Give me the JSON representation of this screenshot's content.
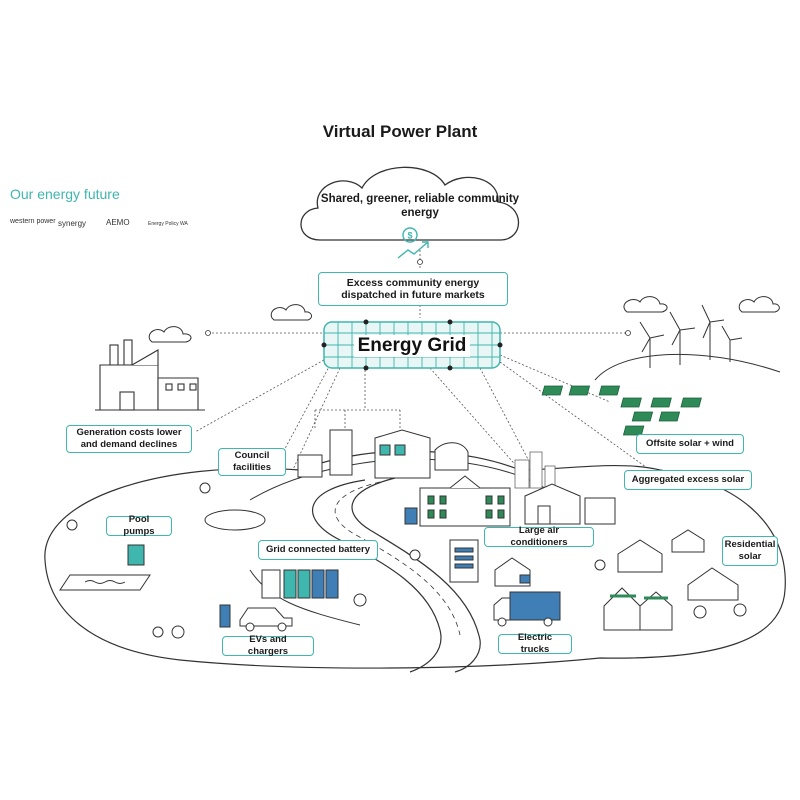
{
  "title": "Virtual Power Plant",
  "brand": {
    "tagline": "Our energy future",
    "logos": [
      {
        "name": "western-power-logo",
        "text": "western power"
      },
      {
        "name": "synergy-logo",
        "text": "synergy"
      },
      {
        "name": "aemo-logo",
        "text": "AEMO"
      },
      {
        "name": "energy-policy-wa-logo",
        "text": "Energy Policy WA"
      }
    ]
  },
  "cloud": {
    "text": "Shared, greener, reliable community energy",
    "icon": "dollar-trend-icon"
  },
  "grid": {
    "label": "Energy Grid"
  },
  "callouts": {
    "markets": "Excess community energy dispatched in future markets",
    "generation": "Generation costs lower and demand declines",
    "council": "Council facilities",
    "offsite": "Offsite solar + wind",
    "aggregated": "Aggregated excess solar",
    "pool": "Pool pumps",
    "battery": "Grid connected battery",
    "aircon": "Large air conditioners",
    "residential": "Residential solar",
    "evs": "EVs and chargers",
    "trucks": "Electric trucks"
  },
  "colors": {
    "accent": "#3fb6ae",
    "line": "#333333",
    "panel": "#2e8b57"
  }
}
